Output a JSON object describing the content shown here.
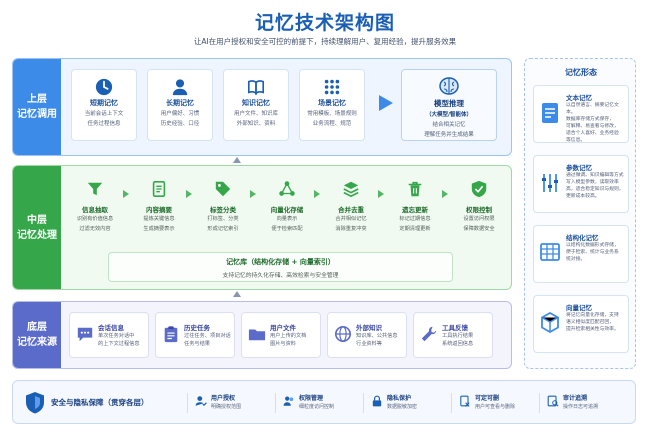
{
  "title": "记忆技术架构图",
  "subtitle": "让AI在用户授权和安全可控的前提下，持续理解用户、复用经验，提升服务效果",
  "layers": {
    "top": {
      "label_line1": "上层",
      "label_line2": "记忆调用",
      "cards": [
        {
          "title": "短期记忆",
          "desc1": "当前会话上下文",
          "desc2": "任务过程信息",
          "icon": "clock-icon"
        },
        {
          "title": "长期记忆",
          "desc1": "用户偏好、习惯",
          "desc2": "历史经验、口径",
          "icon": "user-icon"
        },
        {
          "title": "知识记忆",
          "desc1": "用户文件、知识库",
          "desc2": "外部知识、资料",
          "icon": "book-icon"
        },
        {
          "title": "场景记忆",
          "desc1": "常用模板、场景规则",
          "desc2": "业务流程、规范",
          "icon": "grid-icon"
        }
      ],
      "model": {
        "title": "模型推理",
        "subtitle": "（大模型/智能体）",
        "desc1": "结合相关记忆",
        "desc2": "理解任务并生成结果",
        "icon": "brain-icon"
      }
    },
    "middle": {
      "label_line1": "中层",
      "label_line2": "记忆处理",
      "steps": [
        {
          "title": "信息抽取",
          "desc1": "识别有价值信息",
          "desc2": "过滤无效内容",
          "icon": "filter-icon"
        },
        {
          "title": "内容摘要",
          "desc1": "提炼关键信息",
          "desc2": "生成摘要表示",
          "icon": "document-icon"
        },
        {
          "title": "标签分类",
          "desc1": "打标签、分类",
          "desc2": "形成记忆索引",
          "icon": "tag-icon"
        },
        {
          "title": "向量化存储",
          "desc1": "向量表示",
          "desc2": "便于检索匹配",
          "icon": "nodes-icon"
        },
        {
          "title": "合并去重",
          "desc1": "合并相似记忆",
          "desc2": "消除重复冲突",
          "icon": "layers-icon"
        },
        {
          "title": "遗忘更新",
          "desc1": "标记过期信息",
          "desc2": "定期清理更新",
          "icon": "trash-icon"
        },
        {
          "title": "权限控制",
          "desc1": "设置访问权限",
          "desc2": "保障数据安全",
          "icon": "shield-check-icon"
        }
      ],
      "store_title": "记忆库（结构化存储 + 向量索引）",
      "store_desc": "支持记忆的持久化存储、高效检索与安全管理"
    },
    "bottom": {
      "label_line1": "底层",
      "label_line2": "记忆来源",
      "cards": [
        {
          "title": "会话信息",
          "desc1": "单次任务对话中",
          "desc2": "的上下文过程信息",
          "icon": "chat-icon"
        },
        {
          "title": "历史任务",
          "desc1": "过往任务、项目对话",
          "desc2": "任务与结果",
          "icon": "clipboard-icon"
        },
        {
          "title": "用户文件",
          "desc1": "用户上传的文档",
          "desc2": "图片与资料",
          "icon": "folder-icon"
        },
        {
          "title": "外部知识",
          "desc1": "知识库、公共信息",
          "desc2": "行业资料等",
          "icon": "globe-icon"
        },
        {
          "title": "工具反馈",
          "desc1": "工具执行结果",
          "desc2": "系统返回信息",
          "icon": "wrench-icon"
        }
      ]
    }
  },
  "forms": {
    "title": "记忆形态",
    "items": [
      {
        "title": "文本记忆",
        "desc1": "以自然语言、摘要记忆文本。",
        "desc2": "数据库存储方式保存，",
        "desc3": "可解释、易查看与修改，",
        "desc4": "适合个人喜好、业务经验",
        "desc5": "等信息。",
        "icon": "text-doc-icon"
      },
      {
        "title": "参数记忆",
        "desc1": "通过微调、知识编辑等方式",
        "desc2": "写入模型参数，读取效率",
        "desc3": "高，适合稳定知识与规则，",
        "desc4": "更新成本较高。",
        "desc5": "",
        "icon": "sliders-icon"
      },
      {
        "title": "结构化记忆",
        "desc1": "以结构化数据形式存储，",
        "desc2": "便于检索、统计与业务系",
        "desc3": "统对接。",
        "desc4": "",
        "desc5": "",
        "icon": "table-icon"
      },
      {
        "title": "向量记忆",
        "desc1": "将记忆向量化存储，支持",
        "desc2": "语义相似度匹配召回，",
        "desc3": "提升检索相关性与效率。",
        "desc4": "",
        "desc5": "",
        "icon": "cube-icon"
      }
    ]
  },
  "security": {
    "title": "安全与隐私保障（贯穿各层）",
    "items": [
      {
        "title": "用户授权",
        "desc": "明确授权范围",
        "icon": "user-check-icon"
      },
      {
        "title": "权限管理",
        "desc": "细粒度访问控制",
        "icon": "people-icon"
      },
      {
        "title": "隐私保护",
        "desc": "数据脱敏加密",
        "icon": "lock-icon"
      },
      {
        "title": "可定可删",
        "desc": "用户可查看与删除",
        "icon": "doc-delete-icon"
      },
      {
        "title": "审计追溯",
        "desc": "操作日志可追溯",
        "icon": "audit-icon"
      }
    ]
  },
  "colors": {
    "top": "#3d8be8",
    "middle": "#35a64a",
    "bottom": "#5b6bc9",
    "title": "#1a5fb4"
  }
}
